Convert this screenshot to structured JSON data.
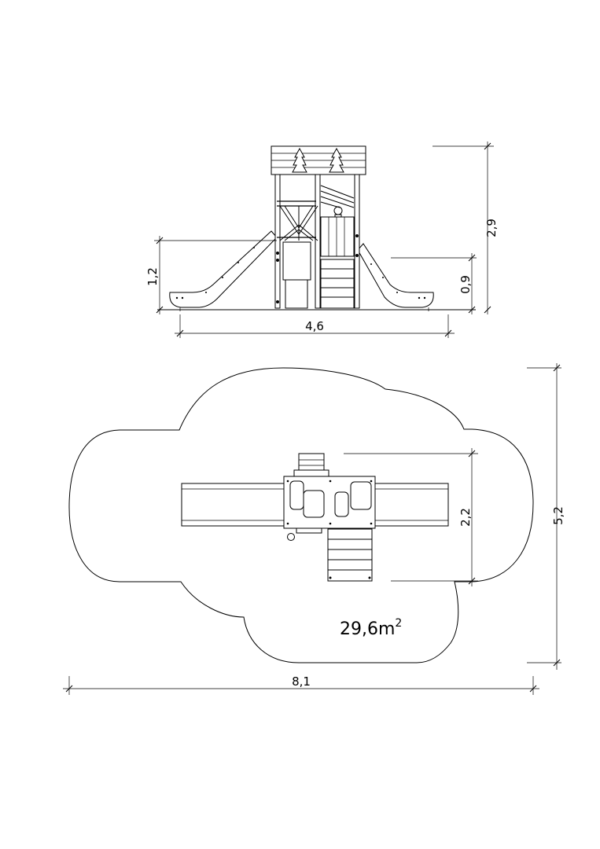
{
  "elevation": {
    "width_label": "4,6",
    "height_label": "2,9",
    "platform_label": "0,9",
    "slide_height_label": "1,2"
  },
  "plan": {
    "width_label": "8,1",
    "depth_label": "5,2",
    "equipment_depth_label": "2,2",
    "area_value": "29,6m",
    "area_exponent": "2"
  }
}
